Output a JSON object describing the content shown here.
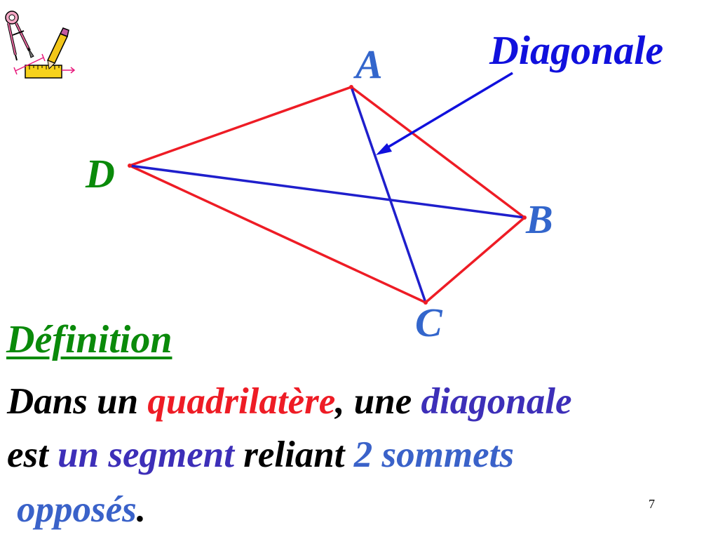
{
  "colors": {
    "quad_sides": "#ee1c25",
    "diagonals": "#1f1fcc",
    "vertex_labels": "#3366cc",
    "vertex_d": "#0a8a0a",
    "heading": "#0a8a0a",
    "text_black": "#000000",
    "text_red": "#ee1c25",
    "text_purple": "#3d2fb8",
    "text_blue": "#3a62c9",
    "callout": "#1010dd"
  },
  "diagram": {
    "quadrilateral": [
      "A",
      "B",
      "C",
      "D"
    ],
    "diagonals": [
      "AC",
      "BD"
    ],
    "vertices": {
      "A": {
        "label": "A"
      },
      "B": {
        "label": "B"
      },
      "C": {
        "label": "C"
      },
      "D": {
        "label": "D"
      }
    },
    "callout": {
      "label": "Diagonale",
      "points_to": "AC"
    }
  },
  "definition": {
    "heading": "Définition",
    "line1": [
      {
        "text": "Dans un ",
        "color": "text_black"
      },
      {
        "text": "quadrilatère",
        "color": "text_red"
      },
      {
        "text": ", une ",
        "color": "text_black"
      },
      {
        "text": "diagonale",
        "color": "text_purple"
      }
    ],
    "line2": [
      {
        "text": "est ",
        "color": "text_black"
      },
      {
        "text": "un segment",
        "color": "text_purple"
      },
      {
        "text": " reliant ",
        "color": "text_black"
      },
      {
        "text": "2 sommets",
        "color": "text_blue"
      }
    ],
    "line3": [
      {
        "text": "opposés",
        "color": "text_blue"
      },
      {
        "text": ".",
        "color": "text_black"
      }
    ]
  },
  "page_number": "7",
  "clipart": {
    "icon": "geometry-tools-icon"
  }
}
